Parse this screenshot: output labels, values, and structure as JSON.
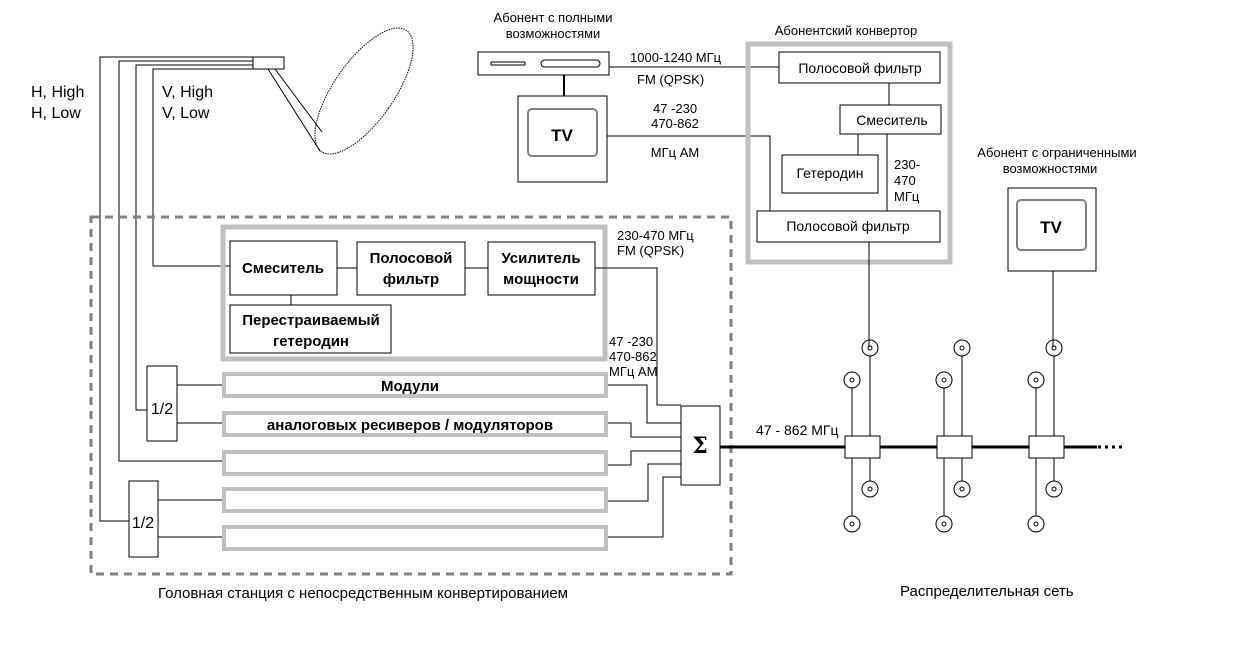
{
  "antenna": {
    "h_labels": [
      "H, High",
      "H, Low"
    ],
    "v_labels": [
      "V, High",
      "V, Low"
    ]
  },
  "subscriber_full": {
    "title_lines": [
      "Абонент с полными",
      "возможностями"
    ],
    "tv_label": "TV",
    "link_top": [
      "1000-1240 МГц",
      "FM (QPSK)"
    ],
    "link_bottom": [
      "47 -230",
      "470-862",
      "МГц  AM"
    ]
  },
  "subscriber_converter": {
    "title": "Абонентский конвертор",
    "bandpass_top": "Полосовой фильтр",
    "mixer": "Смеситель",
    "local_oscillator": "Гетеродин",
    "freq_label": [
      "230-",
      "470",
      "МГц"
    ],
    "bandpass_bottom": "Полосовой фильтр"
  },
  "subscriber_limited": {
    "title_lines": [
      "Абонент с ограниченными",
      "возможностями"
    ],
    "tv_label": "TV"
  },
  "headend": {
    "caption": "Головная станция с непосредственным  конвертированием",
    "mixer": "Смеситель",
    "bandpass": [
      "Полосовой",
      "фильтр"
    ],
    "amplifier": [
      "Усилитель",
      "мощности"
    ],
    "tunable_oscillator": [
      "Перестраиваемый",
      "гетеродин"
    ],
    "out_label_fm": [
      "230-470 МГц",
      "FM (QPSK)"
    ],
    "out_label_am": [
      "47 -230",
      "470-862",
      "МГц  AM"
    ],
    "modules": [
      "Модули",
      "аналоговых ресиверов / модуляторов",
      "",
      "",
      ""
    ],
    "splitters": [
      "1/2",
      "1/2"
    ],
    "combiner": "Σ"
  },
  "distribution": {
    "trunk_label": "47 - 862 МГц",
    "caption": "Распределительная сеть",
    "taps_count": 3
  }
}
